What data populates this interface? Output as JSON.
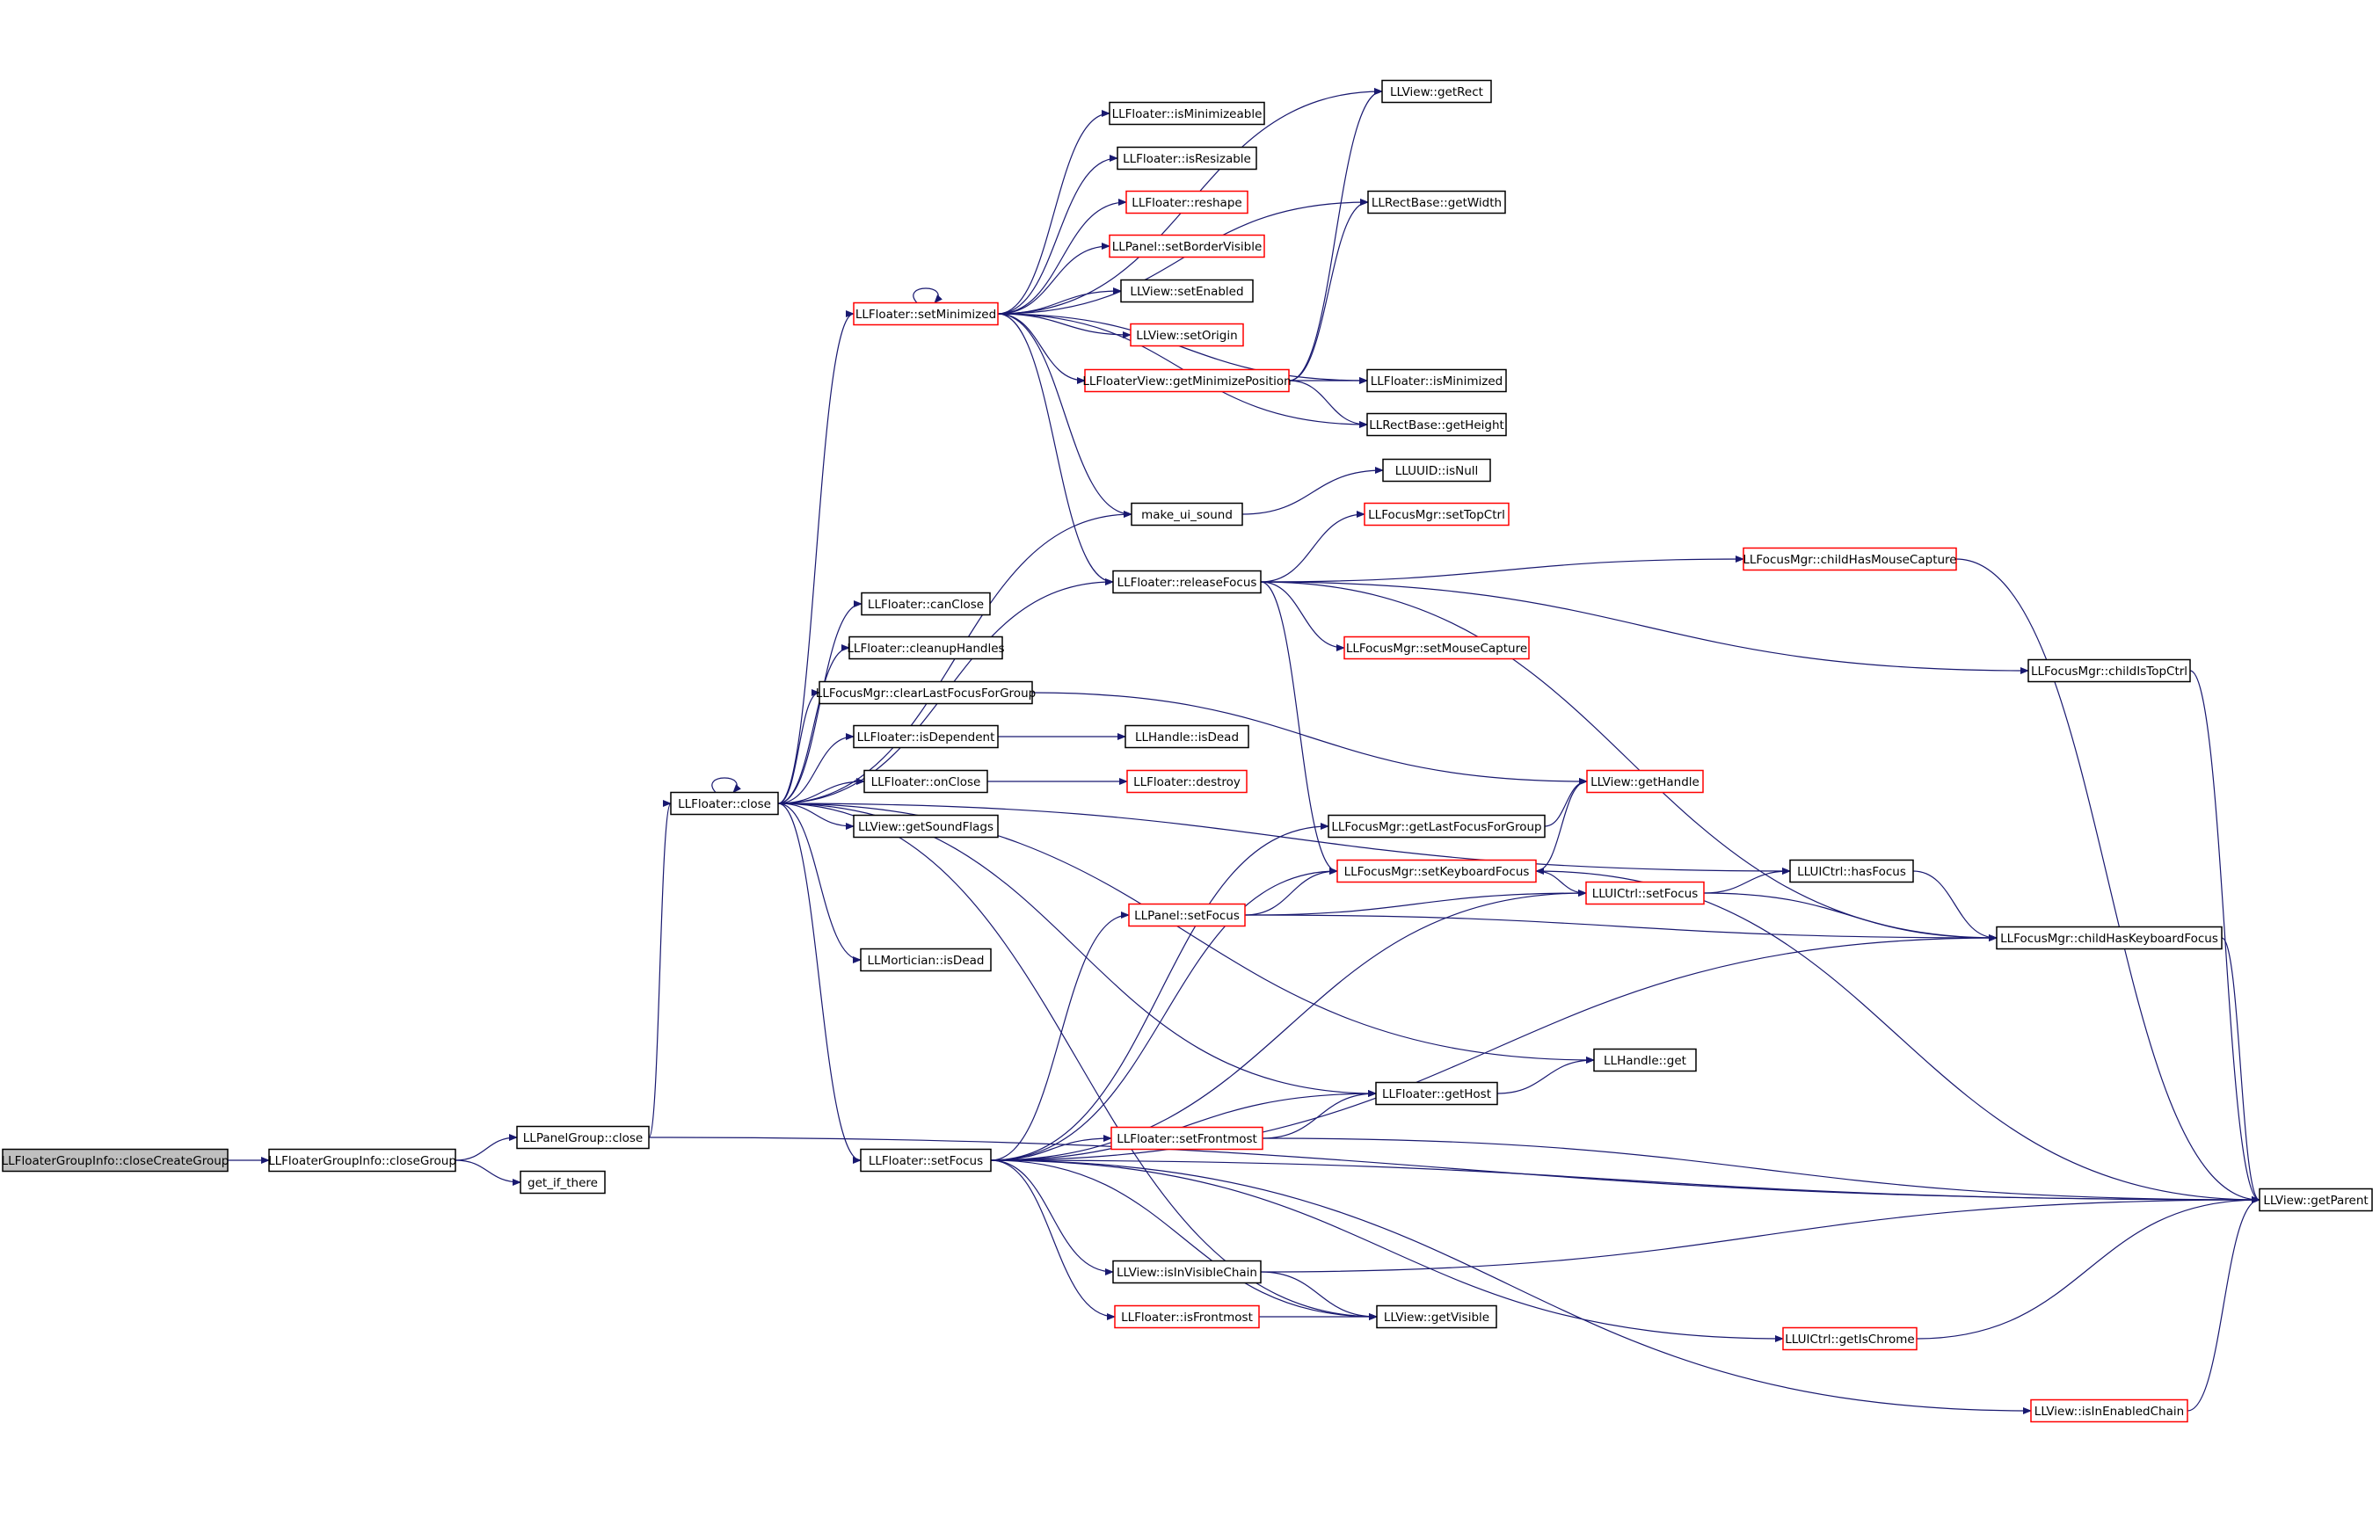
{
  "colors": {
    "edge": "#191970",
    "node_border_normal": "#000000",
    "node_border_truncated": "#ff0000",
    "root_fill": "#bfbfbf",
    "node_fill": "#ffffff"
  },
  "nodes": [
    {
      "id": "closeCreateGroup",
      "label": "LLFloaterGroupInfo::closeCreateGroup",
      "style": "root"
    },
    {
      "id": "closeGroup",
      "label": "LLFloaterGroupInfo::closeGroup",
      "style": "normal"
    },
    {
      "id": "panelGroupClose",
      "label": "LLPanelGroup::close",
      "style": "normal"
    },
    {
      "id": "getIfThere",
      "label": "get_if_there",
      "style": "normal"
    },
    {
      "id": "floaterClose",
      "label": "LLFloater::close",
      "style": "normal"
    },
    {
      "id": "setMinimized",
      "label": "LLFloater::setMinimized",
      "style": "truncated"
    },
    {
      "id": "canClose",
      "label": "LLFloater::canClose",
      "style": "normal"
    },
    {
      "id": "cleanupHandles",
      "label": "LLFloater::cleanupHandles",
      "style": "normal"
    },
    {
      "id": "clearLastFocus",
      "label": "LLFocusMgr::clearLastFocusForGroup",
      "style": "normal"
    },
    {
      "id": "isDependent",
      "label": "LLFloater::isDependent",
      "style": "normal"
    },
    {
      "id": "onClose",
      "label": "LLFloater::onClose",
      "style": "normal"
    },
    {
      "id": "getSoundFlags",
      "label": "LLView::getSoundFlags",
      "style": "normal"
    },
    {
      "id": "morticianIsDead",
      "label": "LLMortician::isDead",
      "style": "normal"
    },
    {
      "id": "floaterSetFocus",
      "label": "LLFloater::setFocus",
      "style": "normal"
    },
    {
      "id": "isMinimizeable",
      "label": "LLFloater::isMinimizeable",
      "style": "normal"
    },
    {
      "id": "isResizable",
      "label": "LLFloater::isResizable",
      "style": "normal"
    },
    {
      "id": "reshape",
      "label": "LLFloater::reshape",
      "style": "truncated"
    },
    {
      "id": "setBorderVisible",
      "label": "LLPanel::setBorderVisible",
      "style": "truncated"
    },
    {
      "id": "setEnabled",
      "label": "LLView::setEnabled",
      "style": "normal"
    },
    {
      "id": "setOrigin",
      "label": "LLView::setOrigin",
      "style": "truncated"
    },
    {
      "id": "getMinimizePosition",
      "label": "LLFloaterView::getMinimizePosition",
      "style": "truncated"
    },
    {
      "id": "makeUiSound",
      "label": "make_ui_sound",
      "style": "normal"
    },
    {
      "id": "releaseFocus",
      "label": "LLFloater::releaseFocus",
      "style": "normal"
    },
    {
      "id": "handleIsDead",
      "label": "LLHandle::isDead",
      "style": "normal"
    },
    {
      "id": "destroy",
      "label": "LLFloater::destroy",
      "style": "truncated"
    },
    {
      "id": "panelSetFocus",
      "label": "LLPanel::setFocus",
      "style": "truncated"
    },
    {
      "id": "setFrontmost",
      "label": "LLFloater::setFrontmost",
      "style": "truncated"
    },
    {
      "id": "isInVisibleChain",
      "label": "LLView::isInVisibleChain",
      "style": "normal"
    },
    {
      "id": "isFrontmost",
      "label": "LLFloater::isFrontmost",
      "style": "truncated"
    },
    {
      "id": "getRect",
      "label": "LLView::getRect",
      "style": "normal"
    },
    {
      "id": "getWidth",
      "label": "LLRectBase::getWidth",
      "style": "normal"
    },
    {
      "id": "isMinimized",
      "label": "LLFloater::isMinimized",
      "style": "normal"
    },
    {
      "id": "getHeight",
      "label": "LLRectBase::getHeight",
      "style": "normal"
    },
    {
      "id": "isNull",
      "label": "LLUUID::isNull",
      "style": "normal"
    },
    {
      "id": "setTopCtrl",
      "label": "LLFocusMgr::setTopCtrl",
      "style": "truncated"
    },
    {
      "id": "setMouseCapture",
      "label": "LLFocusMgr::setMouseCapture",
      "style": "truncated"
    },
    {
      "id": "getLastFocusForGroup",
      "label": "LLFocusMgr::getLastFocusForGroup",
      "style": "normal"
    },
    {
      "id": "setKeyboardFocus",
      "label": "LLFocusMgr::setKeyboardFocus",
      "style": "truncated"
    },
    {
      "id": "getHost",
      "label": "LLFloater::getHost",
      "style": "normal"
    },
    {
      "id": "getVisible",
      "label": "LLView::getVisible",
      "style": "normal"
    },
    {
      "id": "getHandle",
      "label": "LLView::getHandle",
      "style": "truncated"
    },
    {
      "id": "uiCtrlSetFocus",
      "label": "LLUICtrl::setFocus",
      "style": "truncated"
    },
    {
      "id": "handleGet",
      "label": "LLHandle::get",
      "style": "normal"
    },
    {
      "id": "childHasMouseCapture",
      "label": "LLFocusMgr::childHasMouseCapture",
      "style": "truncated"
    },
    {
      "id": "childIsTopCtrl",
      "label": "LLFocusMgr::childIsTopCtrl",
      "style": "normal"
    },
    {
      "id": "hasFocus",
      "label": "LLUICtrl::hasFocus",
      "style": "normal"
    },
    {
      "id": "childHasKeyboardFocus",
      "label": "LLFocusMgr::childHasKeyboardFocus",
      "style": "normal"
    },
    {
      "id": "getIsChrome",
      "label": "LLUICtrl::getIsChrome",
      "style": "truncated"
    },
    {
      "id": "isInEnabledChain",
      "label": "LLView::isInEnabledChain",
      "style": "truncated"
    },
    {
      "id": "getParent",
      "label": "LLView::getParent",
      "style": "normal"
    }
  ],
  "edges": [
    [
      "closeCreateGroup",
      "closeGroup"
    ],
    [
      "closeGroup",
      "panelGroupClose"
    ],
    [
      "closeGroup",
      "getIfThere"
    ],
    [
      "panelGroupClose",
      "floaterClose"
    ],
    [
      "panelGroupClose",
      "getParent"
    ],
    [
      "floaterClose",
      "floaterClose"
    ],
    [
      "floaterClose",
      "setMinimized"
    ],
    [
      "floaterClose",
      "makeUiSound"
    ],
    [
      "floaterClose",
      "releaseFocus"
    ],
    [
      "floaterClose",
      "canClose"
    ],
    [
      "floaterClose",
      "cleanupHandles"
    ],
    [
      "floaterClose",
      "clearLastFocus"
    ],
    [
      "floaterClose",
      "isDependent"
    ],
    [
      "floaterClose",
      "onClose"
    ],
    [
      "floaterClose",
      "getSoundFlags"
    ],
    [
      "floaterClose",
      "hasFocus"
    ],
    [
      "floaterClose",
      "morticianIsDead"
    ],
    [
      "floaterClose",
      "handleGet"
    ],
    [
      "floaterClose",
      "getHost"
    ],
    [
      "floaterClose",
      "floaterSetFocus"
    ],
    [
      "floaterClose",
      "getVisible"
    ],
    [
      "setMinimized",
      "setMinimized"
    ],
    [
      "setMinimized",
      "getRect"
    ],
    [
      "setMinimized",
      "getWidth"
    ],
    [
      "setMinimized",
      "isMinimizeable"
    ],
    [
      "setMinimized",
      "isResizable"
    ],
    [
      "setMinimized",
      "reshape"
    ],
    [
      "setMinimized",
      "setBorderVisible"
    ],
    [
      "setMinimized",
      "setEnabled"
    ],
    [
      "setMinimized",
      "setOrigin"
    ],
    [
      "setMinimized",
      "getMinimizePosition"
    ],
    [
      "setMinimized",
      "isMinimized"
    ],
    [
      "setMinimized",
      "getHeight"
    ],
    [
      "setMinimized",
      "makeUiSound"
    ],
    [
      "setMinimized",
      "releaseFocus"
    ],
    [
      "getMinimizePosition",
      "getRect"
    ],
    [
      "getMinimizePosition",
      "getWidth"
    ],
    [
      "getMinimizePosition",
      "isMinimized"
    ],
    [
      "getMinimizePosition",
      "getHeight"
    ],
    [
      "makeUiSound",
      "isNull"
    ],
    [
      "releaseFocus",
      "setTopCtrl"
    ],
    [
      "releaseFocus",
      "childHasMouseCapture"
    ],
    [
      "releaseFocus",
      "setMouseCapture"
    ],
    [
      "releaseFocus",
      "childIsTopCtrl"
    ],
    [
      "releaseFocus",
      "setKeyboardFocus"
    ],
    [
      "releaseFocus",
      "childHasKeyboardFocus"
    ],
    [
      "clearLastFocus",
      "getHandle"
    ],
    [
      "isDependent",
      "handleIsDead"
    ],
    [
      "onClose",
      "destroy"
    ],
    [
      "floaterSetFocus",
      "getLastFocusForGroup"
    ],
    [
      "floaterSetFocus",
      "setKeyboardFocus"
    ],
    [
      "floaterSetFocus",
      "panelSetFocus"
    ],
    [
      "floaterSetFocus",
      "uiCtrlSetFocus"
    ],
    [
      "floaterSetFocus",
      "getHost"
    ],
    [
      "floaterSetFocus",
      "setFrontmost"
    ],
    [
      "floaterSetFocus",
      "childHasKeyboardFocus"
    ],
    [
      "floaterSetFocus",
      "getParent"
    ],
    [
      "floaterSetFocus",
      "isInVisibleChain"
    ],
    [
      "floaterSetFocus",
      "isFrontmost"
    ],
    [
      "floaterSetFocus",
      "getVisible"
    ],
    [
      "floaterSetFocus",
      "getIsChrome"
    ],
    [
      "floaterSetFocus",
      "isInEnabledChain"
    ],
    [
      "panelSetFocus",
      "setKeyboardFocus"
    ],
    [
      "panelSetFocus",
      "uiCtrlSetFocus"
    ],
    [
      "panelSetFocus",
      "childHasKeyboardFocus"
    ],
    [
      "setFrontmost",
      "getHost"
    ],
    [
      "setFrontmost",
      "getParent"
    ],
    [
      "isInVisibleChain",
      "getVisible"
    ],
    [
      "isInVisibleChain",
      "getParent"
    ],
    [
      "isFrontmost",
      "getVisible"
    ],
    [
      "getLastFocusForGroup",
      "getHandle"
    ],
    [
      "setKeyboardFocus",
      "getHandle"
    ],
    [
      "setKeyboardFocus",
      "getParent"
    ],
    [
      "uiCtrlSetFocus",
      "setKeyboardFocus"
    ],
    [
      "uiCtrlSetFocus",
      "hasFocus"
    ],
    [
      "uiCtrlSetFocus",
      "childHasKeyboardFocus"
    ],
    [
      "getHost",
      "handleGet"
    ],
    [
      "childHasMouseCapture",
      "getParent"
    ],
    [
      "childIsTopCtrl",
      "getParent"
    ],
    [
      "hasFocus",
      "childHasKeyboardFocus"
    ],
    [
      "childHasKeyboardFocus",
      "getParent"
    ],
    [
      "getIsChrome",
      "getParent"
    ],
    [
      "isInEnabledChain",
      "getParent"
    ]
  ]
}
